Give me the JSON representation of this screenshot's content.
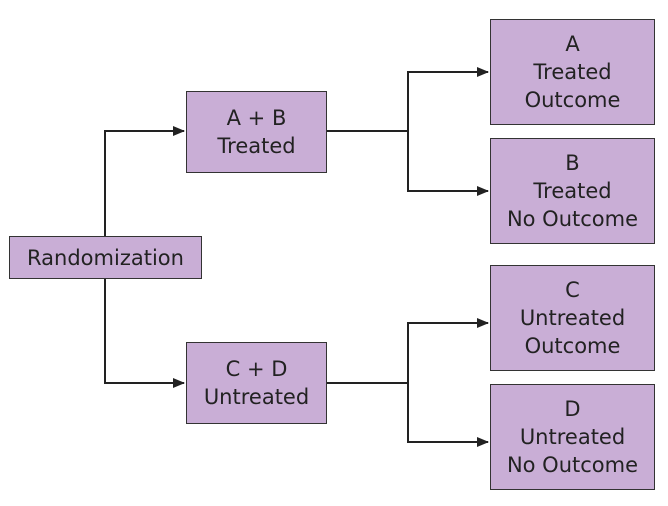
{
  "diagram": {
    "colors": {
      "box_fill": "#c9aed6",
      "box_border": "#333333",
      "connector": "#222222"
    },
    "root": {
      "lines": [
        "Randomization"
      ]
    },
    "groups": [
      {
        "lines": [
          "A + B",
          "Treated"
        ],
        "outcomes": [
          {
            "lines": [
              "A",
              "Treated",
              "Outcome"
            ]
          },
          {
            "lines": [
              "B",
              "Treated",
              "No Outcome"
            ]
          }
        ]
      },
      {
        "lines": [
          "C + D",
          "Untreated"
        ],
        "outcomes": [
          {
            "lines": [
              "C",
              "Untreated",
              "Outcome"
            ]
          },
          {
            "lines": [
              "D",
              "Untreated",
              "No Outcome"
            ]
          }
        ]
      }
    ]
  }
}
